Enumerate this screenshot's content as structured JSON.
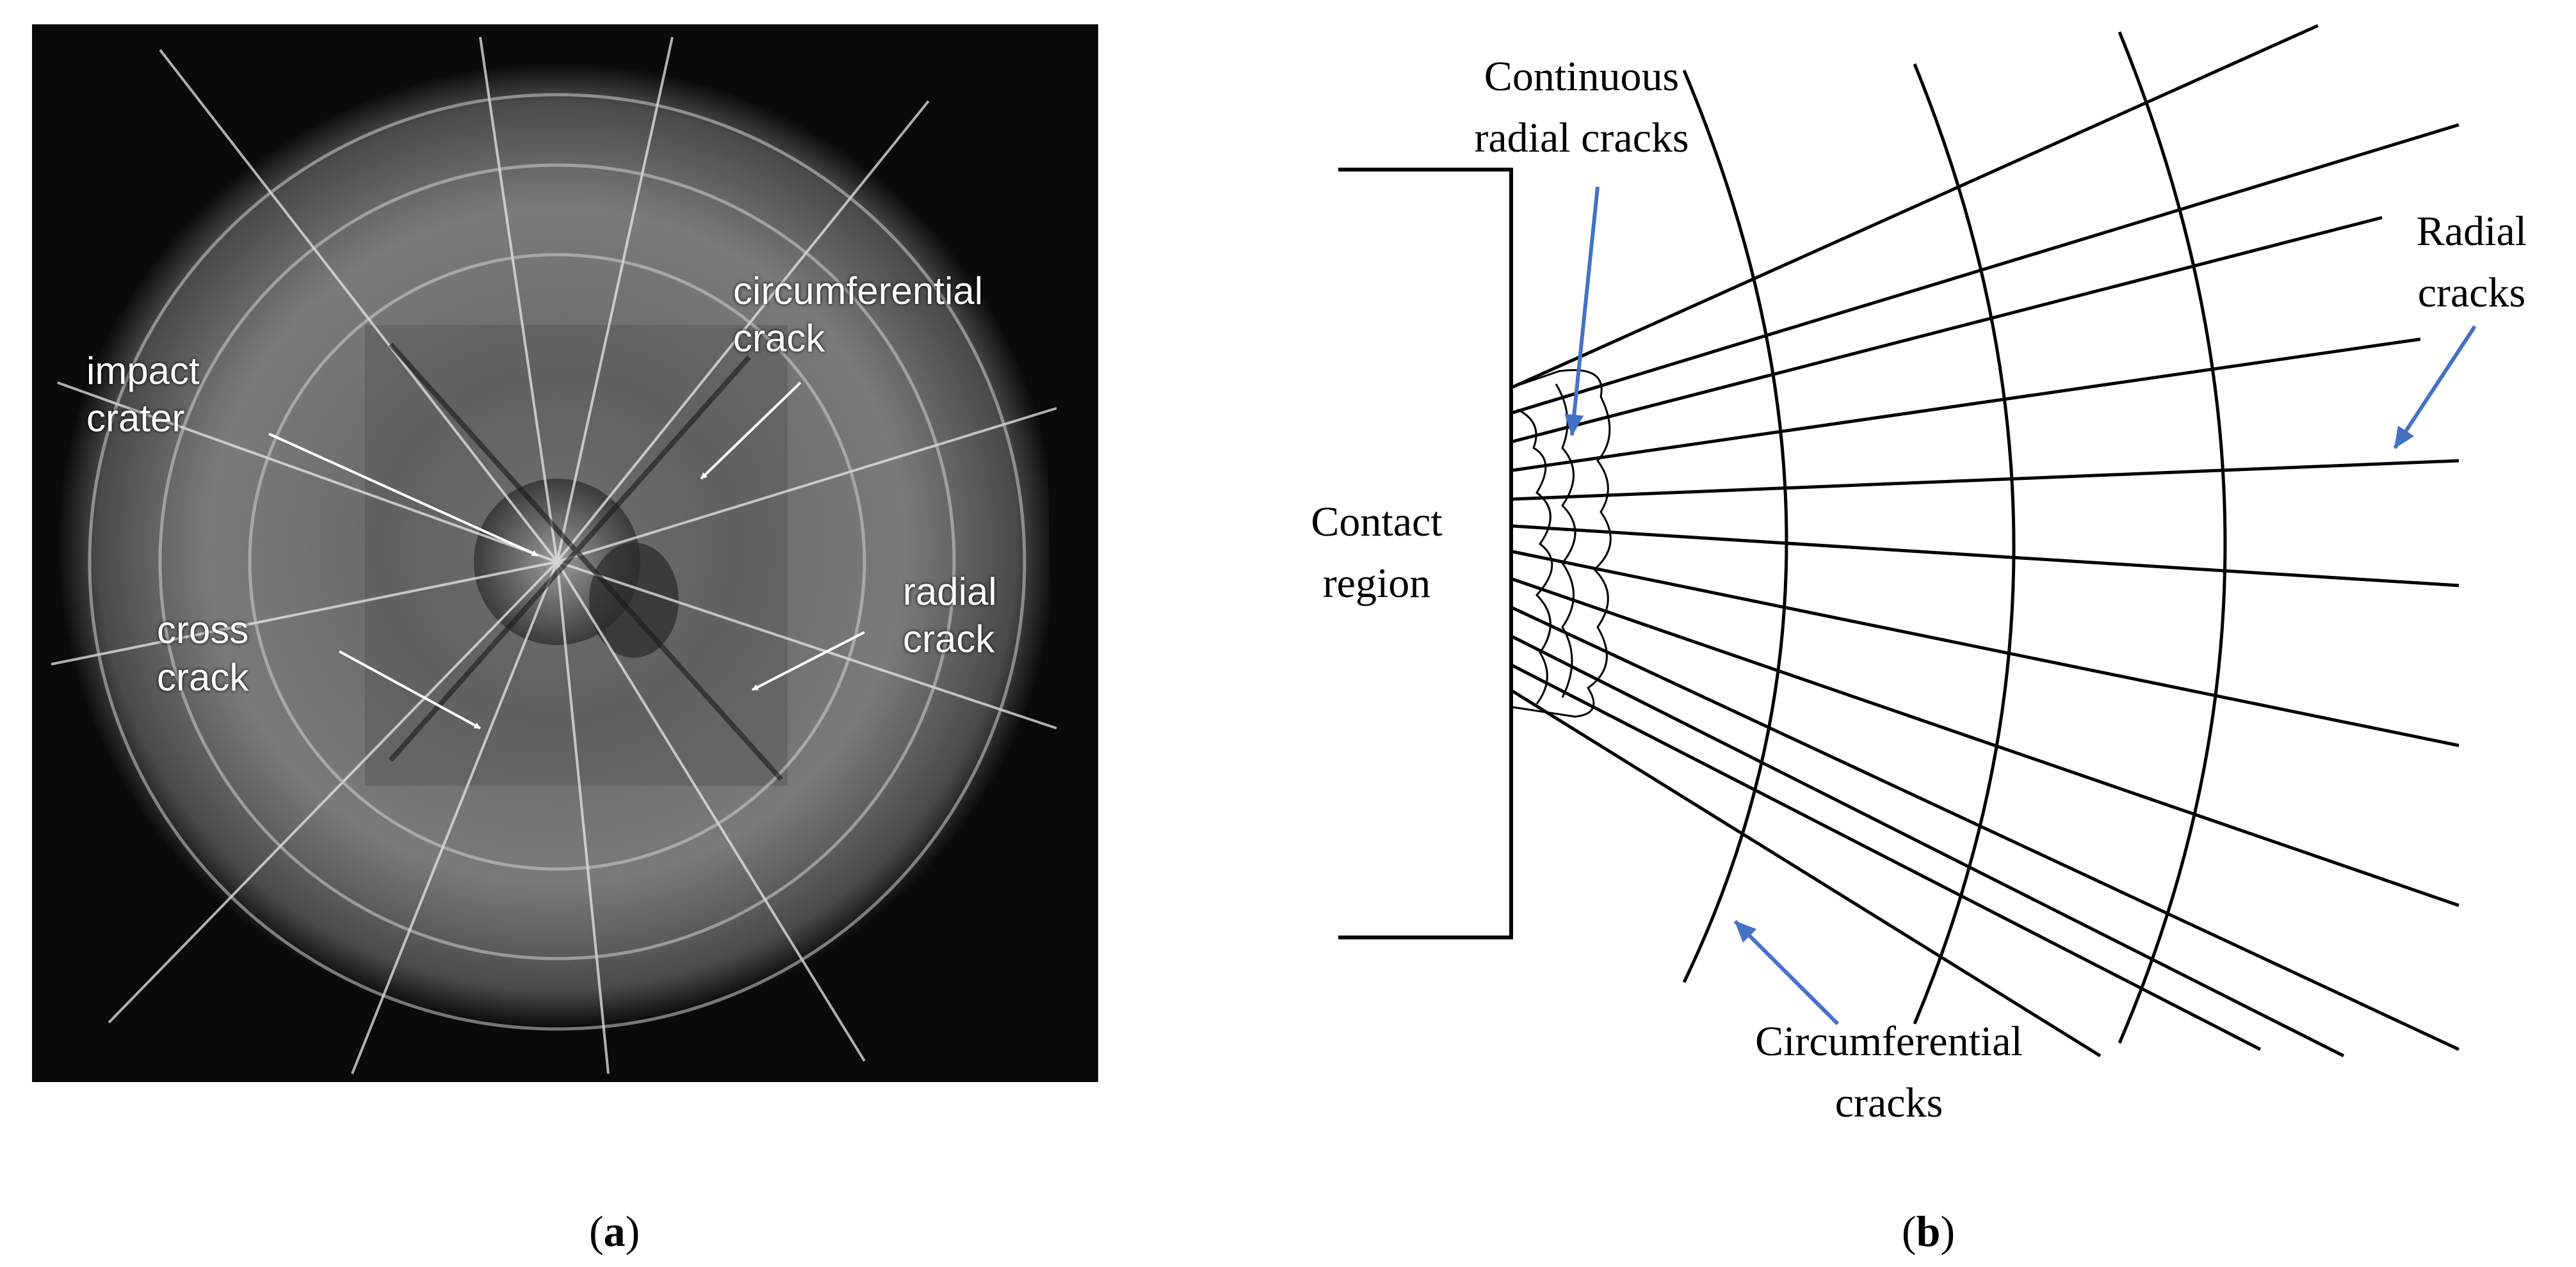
{
  "panel_a": {
    "labels": {
      "impact_crater": "impact\ncrater",
      "circumferential_crack": "circumferential\ncrack",
      "cross_crack": "cross\ncrack",
      "radial_crack": "radial\ncrack"
    },
    "caption_letter": "a"
  },
  "panel_b": {
    "labels": {
      "continuous_radial_cracks": "Continuous\nradial cracks",
      "contact_region": "Contact\nregion",
      "radial_cracks": "Radial\ncracks",
      "circumferential_cracks": "Circumferential\ncracks"
    },
    "caption_letter": "b",
    "arrow_color": "#4472c4"
  },
  "colors": {
    "photo_bg": "#0a0a0a",
    "line": "#000000",
    "arrow_blue": "#4472c4"
  }
}
